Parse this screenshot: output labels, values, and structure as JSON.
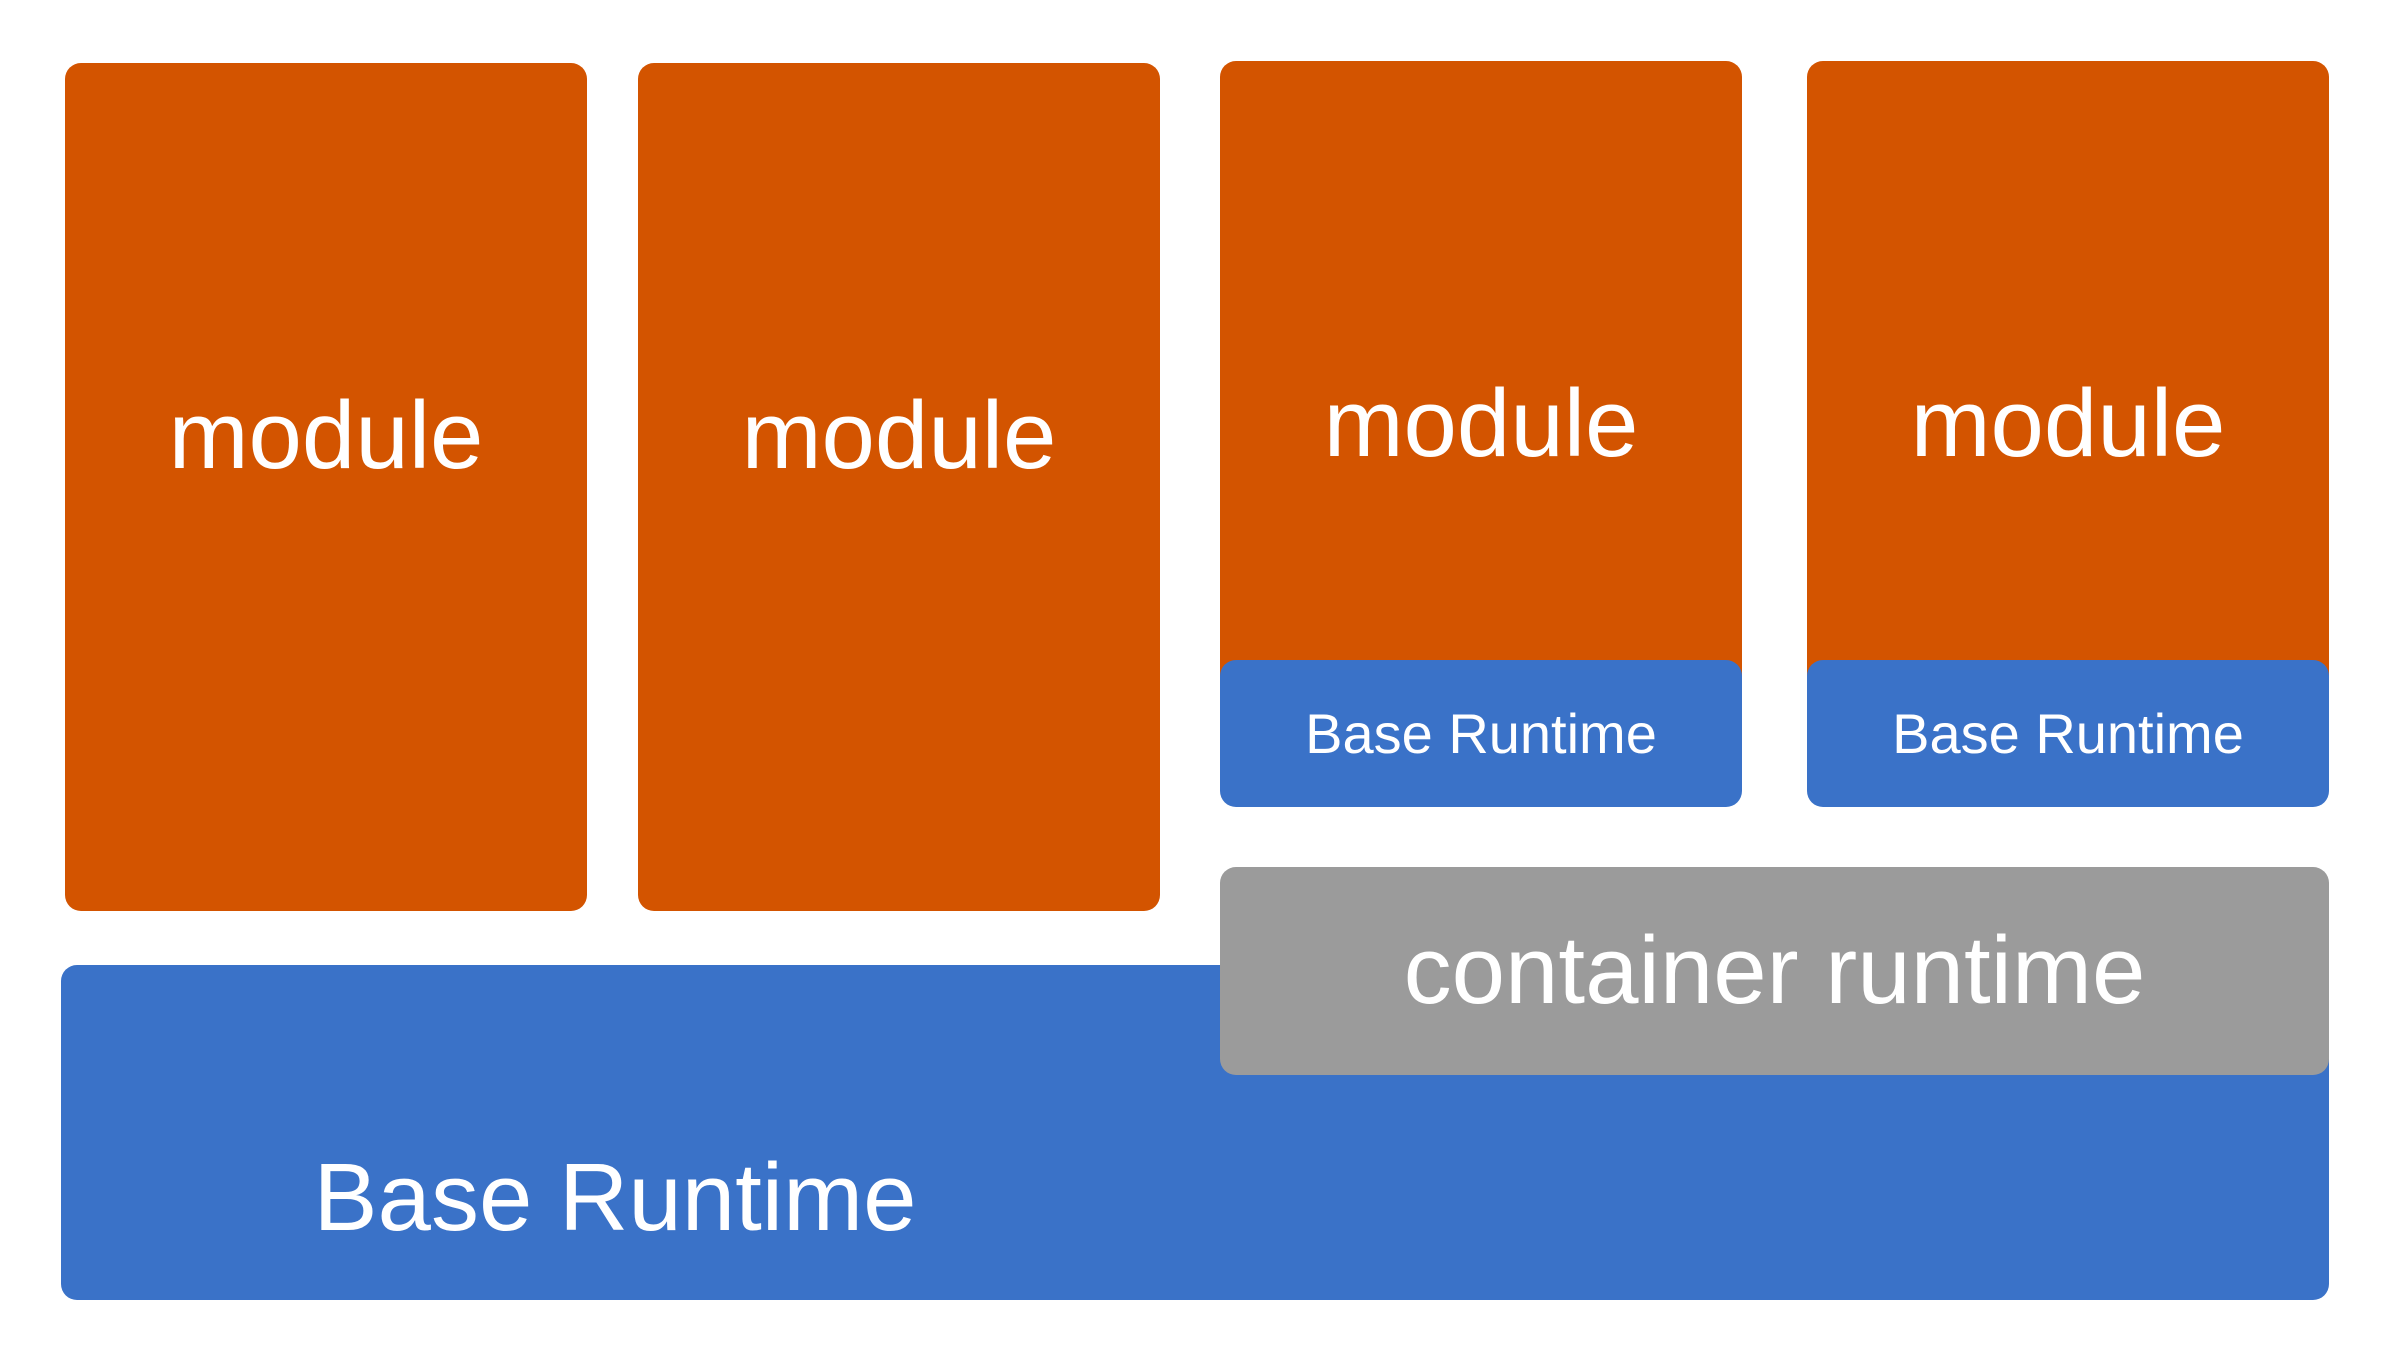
{
  "colors": {
    "module": "#D35400",
    "base_runtime": "#3A72C8",
    "container_runtime": "#9B9B9B",
    "text": "#FFFFFF"
  },
  "modules": [
    {
      "label": "module"
    },
    {
      "label": "module"
    },
    {
      "label": "module",
      "base_runtime_label": "Base Runtime"
    },
    {
      "label": "module",
      "base_runtime_label": "Base Runtime"
    }
  ],
  "container_runtime": {
    "label": "container runtime"
  },
  "base_runtime": {
    "label": "Base Runtime"
  }
}
